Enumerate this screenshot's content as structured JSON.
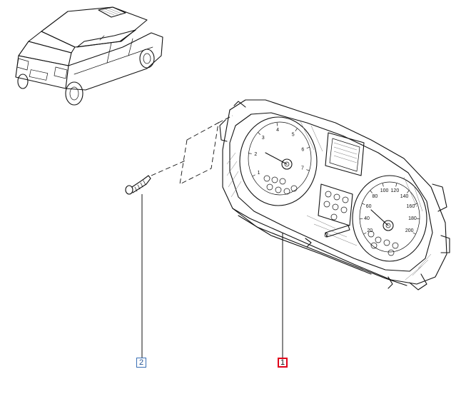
{
  "diagram": {
    "callouts": [
      {
        "number": "1",
        "part": "instrument-cluster",
        "highlight_color": "#e0001a"
      },
      {
        "number": "2",
        "part": "screw",
        "highlight_color": "#3a6fb5"
      }
    ],
    "speedometer_ticks": [
      "20",
      "40",
      "60",
      "80",
      "100",
      "120",
      "140",
      "160",
      "180",
      "200"
    ],
    "tachometer_ticks": [
      "1",
      "2",
      "3",
      "4",
      "5",
      "6",
      "7"
    ]
  }
}
